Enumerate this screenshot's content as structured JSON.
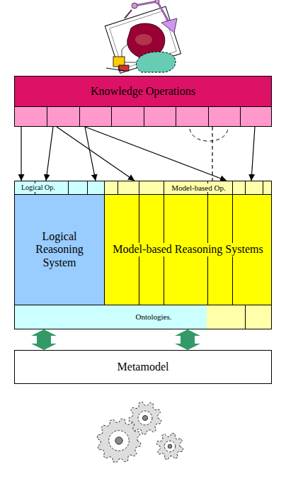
{
  "diagram": {
    "nodes": [
      {
        "text": [
          "Knowledge Operations"
        ]
      },
      {
        "text": [
          "Logical Op."
        ]
      },
      {
        "text": [
          "Model-based Op."
        ]
      },
      {
        "text": [
          "Logical Reasoning System"
        ]
      },
      {
        "text": [
          "Model-based Reasoning Systems"
        ]
      },
      {
        "text": [
          "Ontologies."
        ]
      },
      {
        "text": [
          "Metamodel"
        ]
      }
    ],
    "edges": [
      {
        "from": 0,
        "to": 1,
        "arrow": "to"
      },
      {
        "from": 0,
        "to": 1,
        "arrow": "to"
      },
      {
        "from": 0,
        "to": 2,
        "arrow": "to"
      },
      {
        "from": 0,
        "to": 1,
        "arrow": "to"
      },
      {
        "from": 0,
        "to": 2,
        "arrow": "to"
      },
      {
        "from": 0,
        "to": 2,
        "arrow": "to"
      },
      {
        "from": 0,
        "to": 2,
        "arrow": "none"
      },
      {
        "from": 5,
        "to": 6,
        "arrow": "both"
      },
      {
        "from": 5,
        "to": 6,
        "arrow": "both"
      }
    ]
  }
}
